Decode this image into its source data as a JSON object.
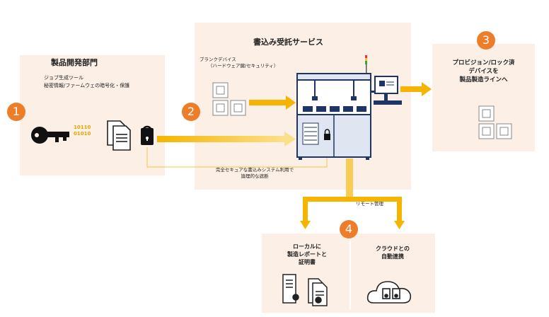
{
  "badges": [
    "1",
    "2",
    "3",
    "4"
  ],
  "dev": {
    "title": "製品開発部門",
    "line1": "ジョブ生成ツール",
    "line2": "秘密情報/ファームウェの暗号化・保護",
    "binary1": "10110",
    "binary2": "01010"
  },
  "service": {
    "title": "書込み受託サービス",
    "blank_line1": "ブランクデバイス",
    "blank_line2": "（ハードウェア鍵/セキュリティ）",
    "secure_line1": "完全セキュアな書込みシステム利用で",
    "secure_line2": "論理的な遮断"
  },
  "provision": {
    "line1": "プロビジョン/ロック済",
    "line2": "デバイスを",
    "line3": "製品製造ラインへ"
  },
  "remote": {
    "label": "リモート管理"
  },
  "bottom": {
    "local_line1": "ローカルに",
    "local_line2": "製造レポートと",
    "local_line3": "証明書",
    "cloud_line1": "クラウドとの",
    "cloud_line2": "自動連携"
  },
  "colors": {
    "accent": "#ee7d2a",
    "arrow": "#f5b400",
    "panel": "#fcefe6",
    "navy": "#1e3566"
  }
}
